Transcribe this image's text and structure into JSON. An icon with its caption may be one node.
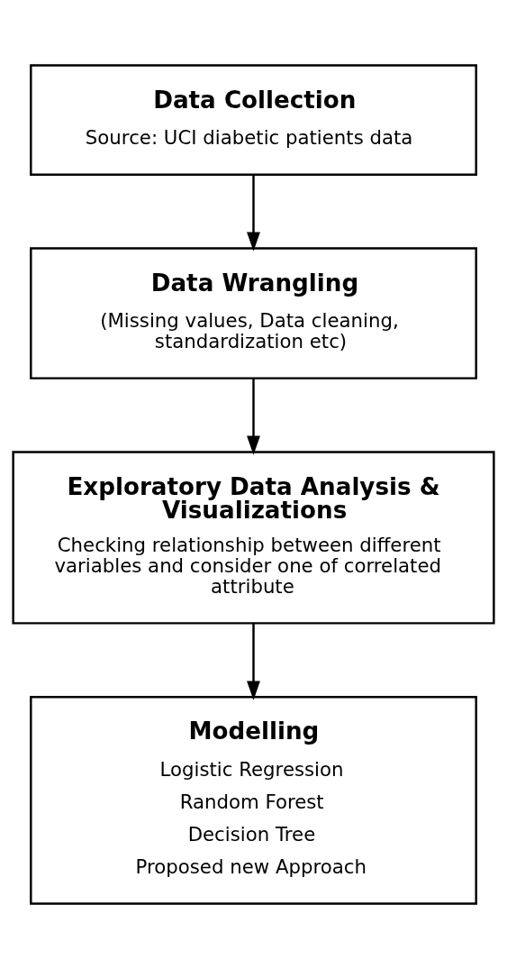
{
  "diagram": {
    "nodes": [
      {
        "text": [
          "Data Collection",
          "Source: UCI diabetic patients data"
        ]
      },
      {
        "text": [
          "Data Wrangling",
          "(Missing values, Data cleaning, standardization etc)"
        ]
      },
      {
        "text": [
          "Exploratory Data Analysis & Visualizations",
          "Checking relationship between different variables and consider one of correlated attribute"
        ]
      },
      {
        "text": [
          "Modelling",
          "Logistic Regression",
          "Random Forest",
          "Decision Tree",
          "Proposed new Approach"
        ]
      }
    ],
    "edges": [
      {
        "from": 0,
        "to": 1,
        "arrow": "to"
      },
      {
        "from": 1,
        "to": 2,
        "arrow": "to"
      },
      {
        "from": 2,
        "to": 3,
        "arrow": "to"
      }
    ]
  }
}
